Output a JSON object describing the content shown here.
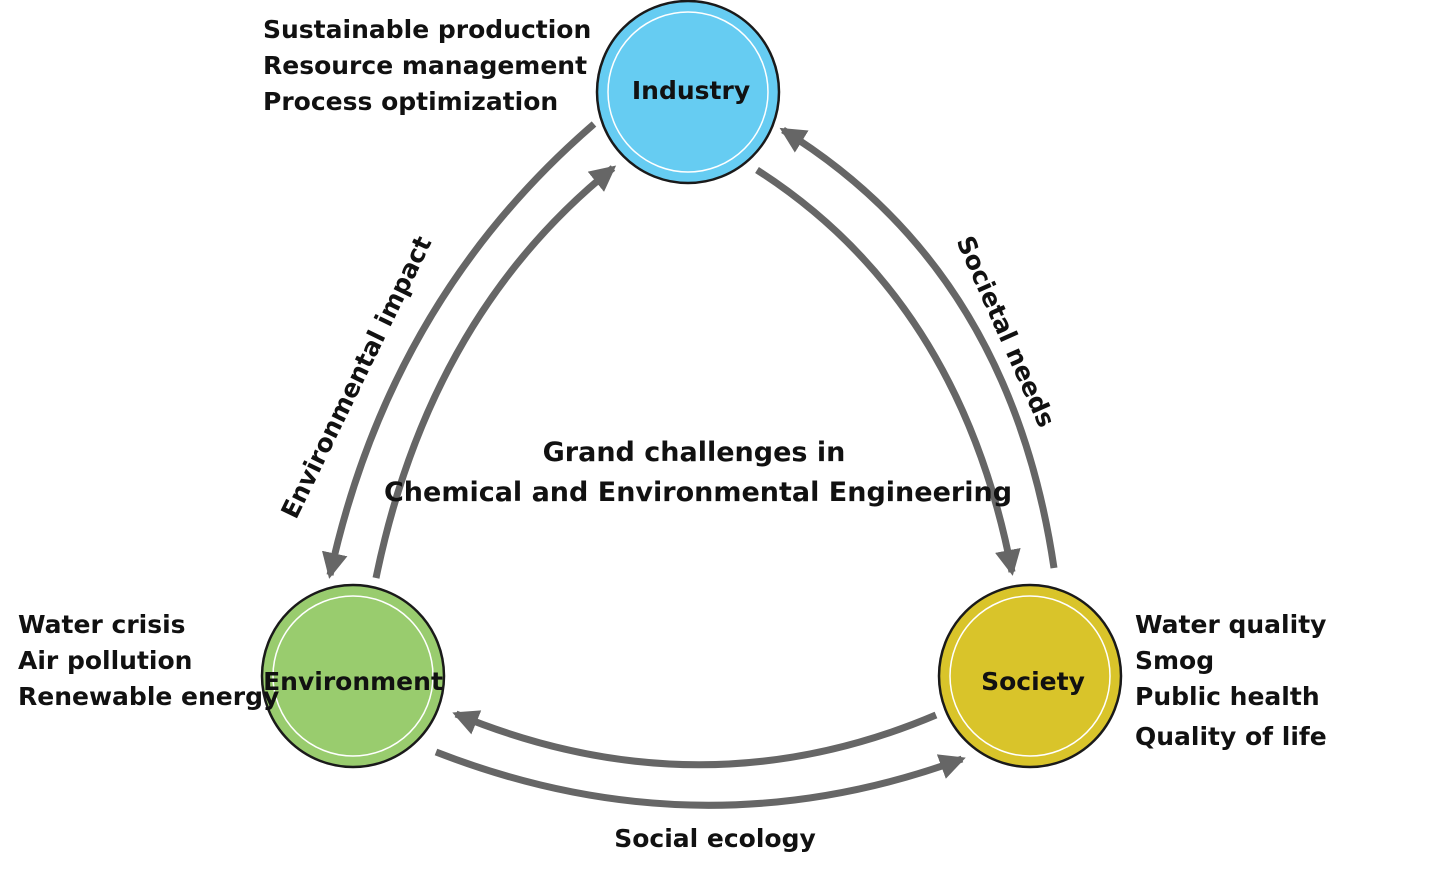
{
  "title": {
    "line1": "Grand challenges in",
    "line2": "Chemical and Environmental Engineering"
  },
  "nodes": {
    "industry": {
      "label": "Industry",
      "color": "#66ccf2",
      "items": [
        "Sustainable production",
        "Resource management",
        "Process optimization"
      ]
    },
    "environment": {
      "label": "Environment",
      "color": "#99cc6e",
      "items": [
        "Water crisis",
        "Air pollution",
        "Renewable energy"
      ]
    },
    "society": {
      "label": "Society",
      "color": "#d9c42a",
      "items": [
        "Water quality",
        "Smog",
        "Public health",
        "Quality of life"
      ]
    }
  },
  "edges": {
    "industry_environment": "Environmental impact",
    "industry_society": "Societal needs",
    "environment_society": "Social ecology"
  },
  "colors": {
    "arrow": "#666666",
    "outline": "#1a1a1a"
  }
}
